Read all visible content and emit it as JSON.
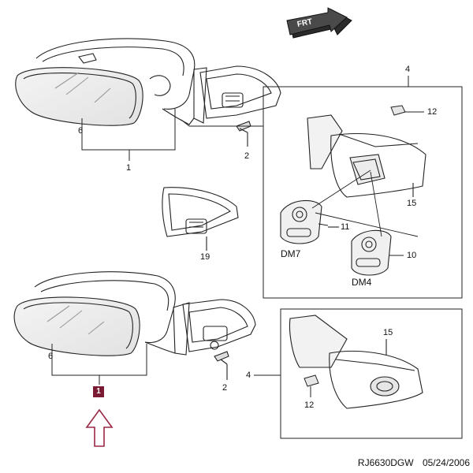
{
  "diagram": {
    "direction_badge": "FRT",
    "callouts": {
      "c1_top": "1",
      "c1_bottom": "1",
      "c2_top": "2",
      "c2_bottom": "2",
      "c4_top": "4",
      "c4_bottom": "4",
      "c6_top": "6",
      "c6_bottom": "6",
      "c10": "10",
      "c11": "11",
      "c12_top": "12",
      "c12_bottom": "12",
      "c15_top": "15",
      "c15_bottom": "15",
      "c19": "19"
    },
    "variant_labels": {
      "dm7": "DM7",
      "dm4": "DM4"
    }
  },
  "footer": {
    "code": "RJ6630DGW",
    "date": "05/24/2006"
  },
  "colors": {
    "highlight": "#7a1a33",
    "arrow": "#9a2a45",
    "line": "#222222"
  }
}
